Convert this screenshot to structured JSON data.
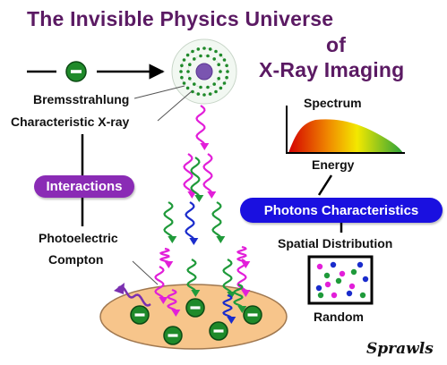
{
  "title": {
    "line1": "The Invisible Physics Universe",
    "line2": "of",
    "line3": "X-Ray Imaging"
  },
  "labels": {
    "bremsstrahlung": "Bremsstrahlung",
    "characteristic": "Characteristic X-ray",
    "interactions": "Interactions",
    "photoelectric": "Photoelectric",
    "compton": "Compton",
    "spectrum": "Spectrum",
    "energy": "Energy",
    "photons_characteristics": "Photons Characteristics",
    "spatial_distribution": "Spatial Distribution",
    "random": "Random"
  },
  "signature": "Sprawls",
  "colors": {
    "title": "#5b1a63",
    "interactions_pill": "#8a2bb5",
    "photons_pill": "#1a10e0",
    "electron": "#1f8a2a",
    "photon_magenta": "#e21fd9",
    "photon_green": "#1f9a3a",
    "photon_blue": "#1a2ccc",
    "photon_purple": "#7a2fb0",
    "target": "#f7c58b",
    "atom_nucleus": "#7a55b0"
  },
  "icons": [
    "electron-icon",
    "atom-icon",
    "photon-wave-icon",
    "spectrum-graph-icon",
    "random-dots-icon"
  ]
}
